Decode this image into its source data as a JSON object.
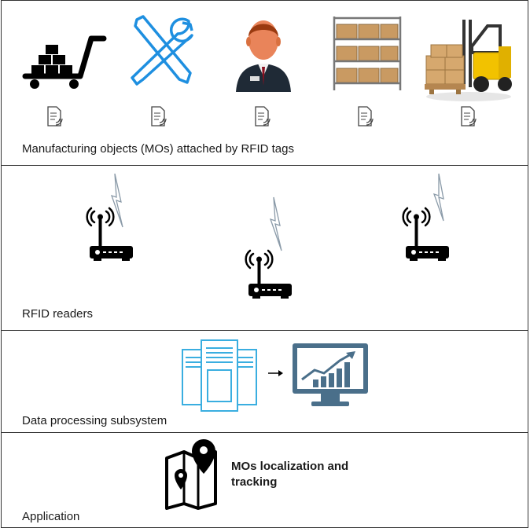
{
  "layers": [
    {
      "id": "mo",
      "label": "Manufacturing objects (MOs) attached by RFID tags",
      "items": [
        {
          "name": "hand-truck-icon"
        },
        {
          "name": "tools-icon"
        },
        {
          "name": "worker-icon"
        },
        {
          "name": "warehouse-shelf-icon"
        },
        {
          "name": "forklift-icon"
        }
      ]
    },
    {
      "id": "readers",
      "label": "RFID readers"
    },
    {
      "id": "processing",
      "label": "Data processing subsystem"
    },
    {
      "id": "application",
      "label": "Application",
      "app_title_line1": "MOs localization and",
      "app_title_line2": "tracking"
    }
  ],
  "colors": {
    "accent_blue": "#3aaee0",
    "monitor": "#4a6f8a",
    "border": "#333333"
  }
}
